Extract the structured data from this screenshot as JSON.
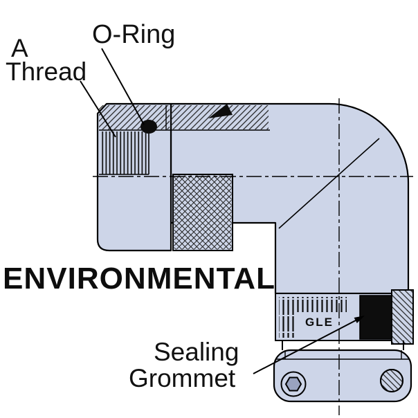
{
  "diagram": {
    "labels": {
      "a": "A",
      "thread": "Thread",
      "o_ring": "O-Ring",
      "environmental": "ENVIRONMENTAL",
      "sealing": "Sealing",
      "grommet": "Grommet"
    },
    "part_marking": "GLE",
    "colors": {
      "body_fill": "#cdd5e8",
      "outline": "#000000",
      "grommet_fill": "#0d0d0d",
      "hex_fill": "#99a3bf",
      "background": "#ffffff"
    }
  }
}
